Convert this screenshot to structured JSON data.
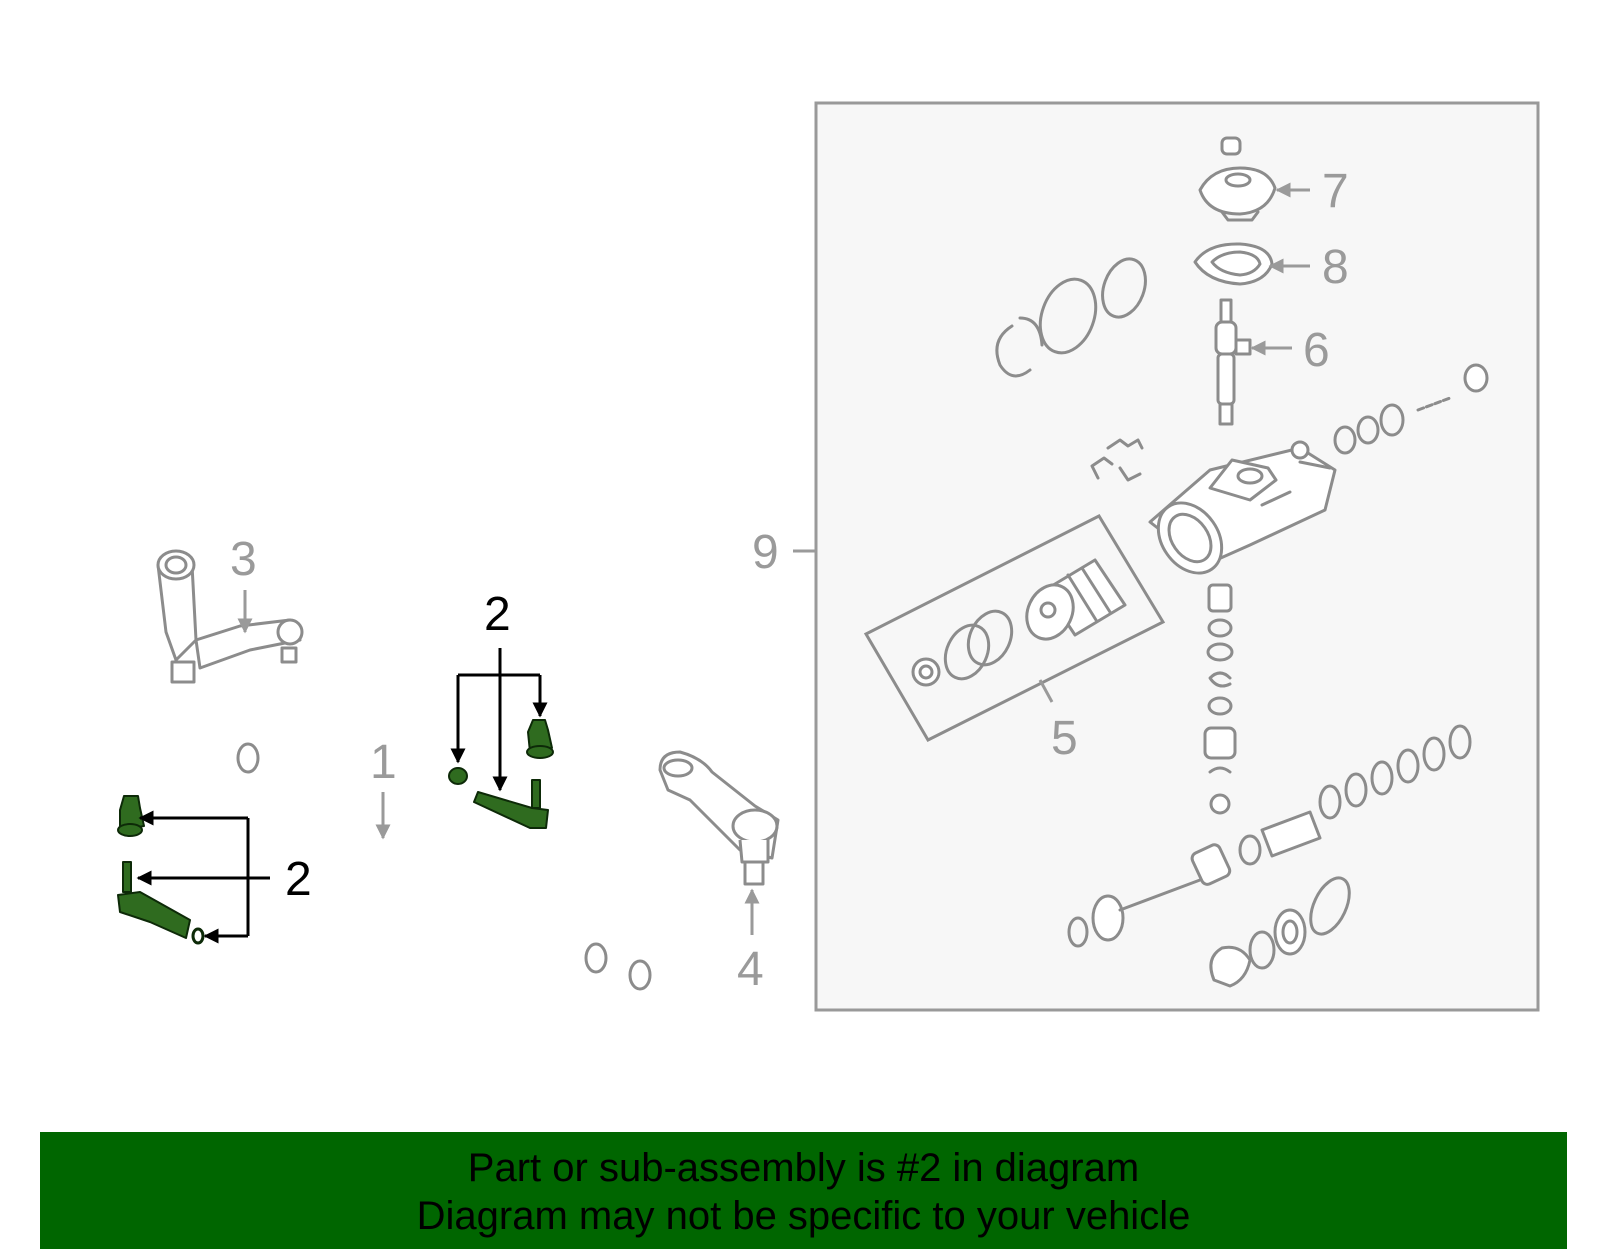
{
  "callouts": {
    "c1": "1",
    "c2_top": "2",
    "c2_left": "2",
    "c3": "3",
    "c4": "4",
    "c5": "5",
    "c6": "6",
    "c7": "7",
    "c8": "8",
    "c9": "9"
  },
  "banner": {
    "line1": "Part or sub-assembly is #2 in diagram",
    "line2": "Diagram may not be specific to your vehicle"
  },
  "colors": {
    "banner": "#006600",
    "highlight_part": "#2f6b1f",
    "line_art": "#8c8c8c",
    "callout_grey": "#9a9a9a",
    "panel_bg": "#f7f7f7",
    "panel_border": "#999999"
  }
}
